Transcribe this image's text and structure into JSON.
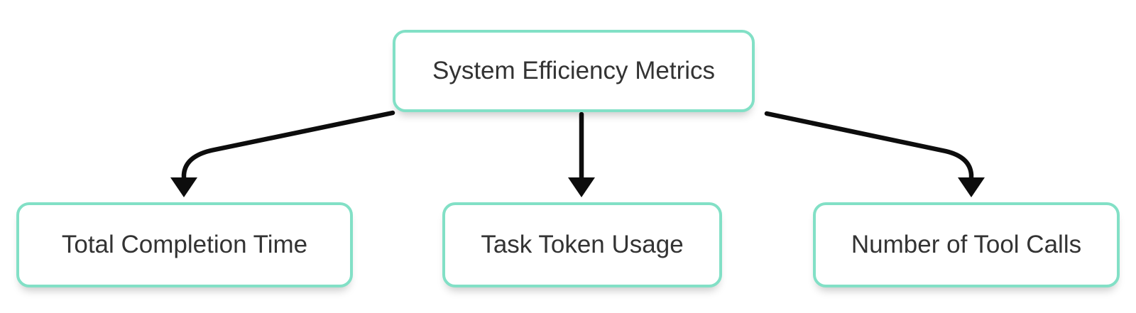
{
  "diagram": {
    "type": "flowchart",
    "direction": "top-down",
    "nodes": {
      "root": {
        "id": "root",
        "label": "System Efficiency Metrics"
      },
      "child1": {
        "id": "child1",
        "label": "Total Completion Time"
      },
      "child2": {
        "id": "child2",
        "label": "Task Token Usage"
      },
      "child3": {
        "id": "child3",
        "label": "Number of Tool Calls"
      }
    },
    "edges": [
      {
        "from": "root",
        "to": "child1",
        "arrow": "filled-triangle-down"
      },
      {
        "from": "root",
        "to": "child2",
        "arrow": "filled-triangle-down"
      },
      {
        "from": "root",
        "to": "child3",
        "arrow": "filled-triangle-down"
      }
    ],
    "colors": {
      "background": "#FFFFFF",
      "node_fill": "#FFFFFF",
      "node_border": "#82E0C6",
      "node_text": "#333333",
      "edge": "#0D0D0D"
    }
  }
}
